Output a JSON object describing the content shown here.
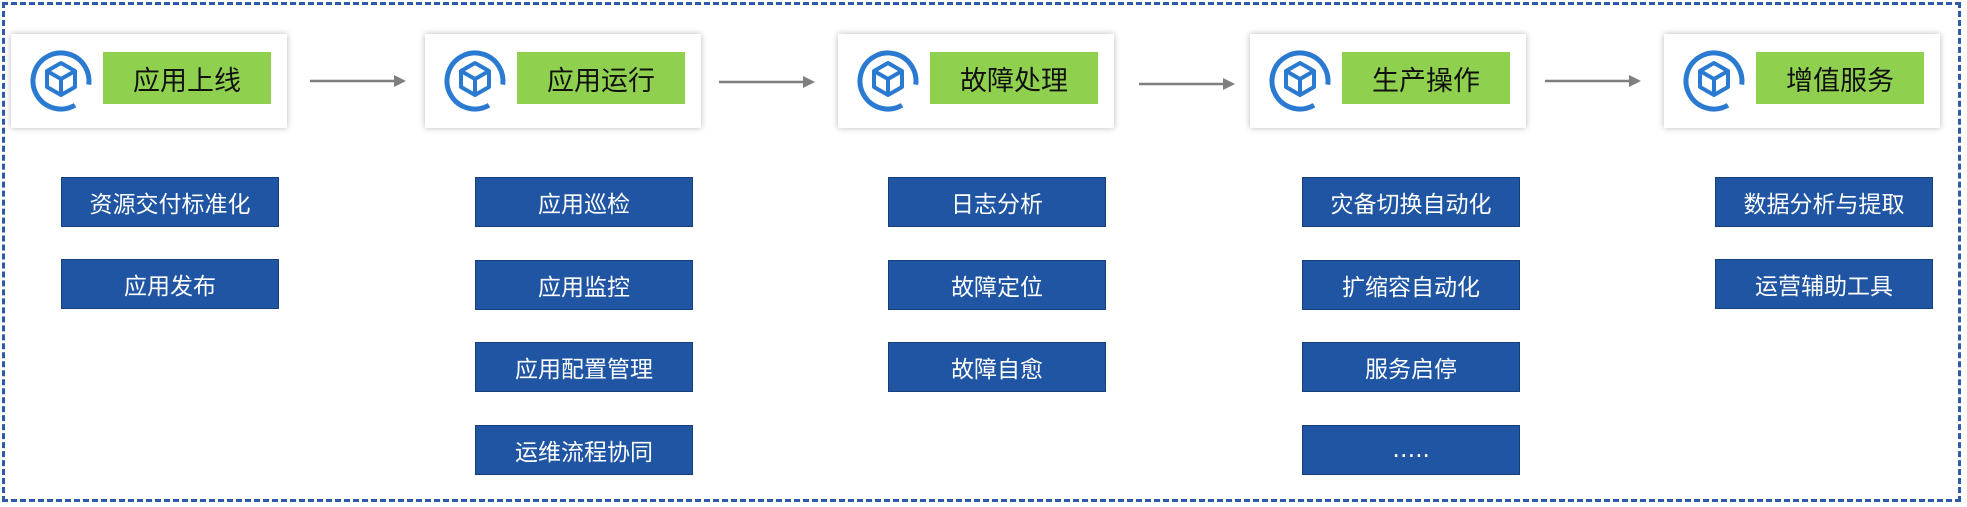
{
  "stages": [
    {
      "title": "应用上线",
      "items": [
        "资源交付标准化",
        "应用发布"
      ]
    },
    {
      "title": "应用运行",
      "items": [
        "应用巡检",
        "应用监控",
        "应用配置管理",
        "运维流程协同"
      ]
    },
    {
      "title": "故障处理",
      "items": [
        "日志分析",
        "故障定位",
        "故障自愈"
      ]
    },
    {
      "title": "生产操作",
      "items": [
        "灾备切换自动化",
        "扩缩容自动化",
        "服务启停",
        "….."
      ]
    },
    {
      "title": "增值服务",
      "items": [
        "数据分析与提取",
        "运营辅助工具"
      ]
    }
  ],
  "colors": {
    "frame_border": "#2f5aa8",
    "title_fill": "#8fd14f",
    "task_fill": "#1f55a3",
    "logo_blue": "#2a7ad1",
    "arrow": "#7f7f7f"
  },
  "icons": {
    "stage_logo": "cube-circle-logo-icon",
    "flow_arrow": "right-arrow-icon"
  }
}
